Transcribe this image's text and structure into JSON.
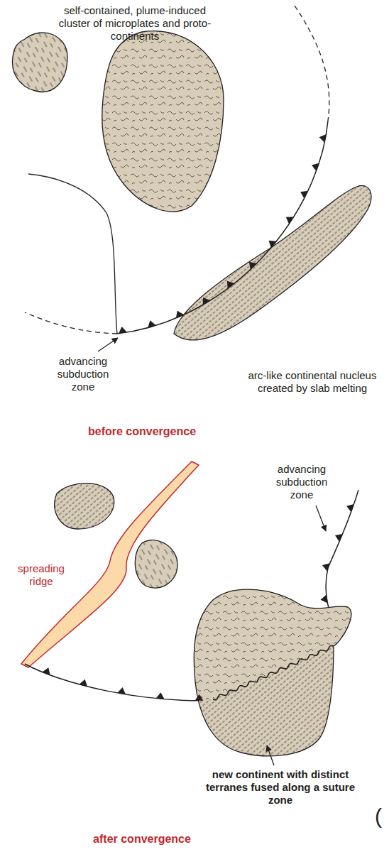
{
  "diagram": {
    "labels": [
      "self-contained, plume-induced cluster of microplates and proto-continents",
      "advancing subduction zone",
      "arc-like continental nucleus created by slab melting",
      "before convergence",
      "spreading ridge",
      "advancing subduction zone",
      "new continent with distinct terranes fused along a suture zone",
      "after convergence",
      "("
    ]
  }
}
